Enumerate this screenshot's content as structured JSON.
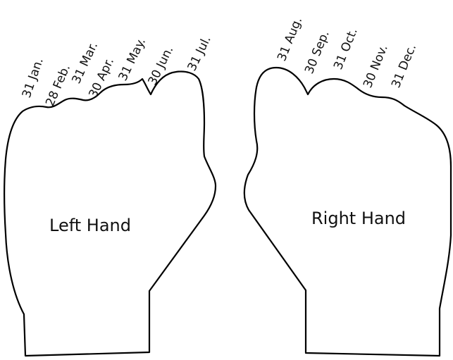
{
  "diagram": {
    "left_hand": {
      "title": "Left Hand",
      "months": [
        {
          "day": "31",
          "month": "Jan."
        },
        {
          "day": "28",
          "month": "Feb."
        },
        {
          "day": "31",
          "month": "Mar."
        },
        {
          "day": "30",
          "month": "Apr."
        },
        {
          "day": "31",
          "month": "May."
        },
        {
          "day": "30",
          "month": "Jun."
        },
        {
          "day": "31",
          "month": "Jul."
        }
      ]
    },
    "right_hand": {
      "title": "Right Hand",
      "months": [
        {
          "day": "31",
          "month": "Aug."
        },
        {
          "day": "30",
          "month": "Sep."
        },
        {
          "day": "31",
          "month": "Oct."
        },
        {
          "day": "30",
          "month": "Nov."
        },
        {
          "day": "31",
          "month": "Dec."
        }
      ]
    }
  }
}
